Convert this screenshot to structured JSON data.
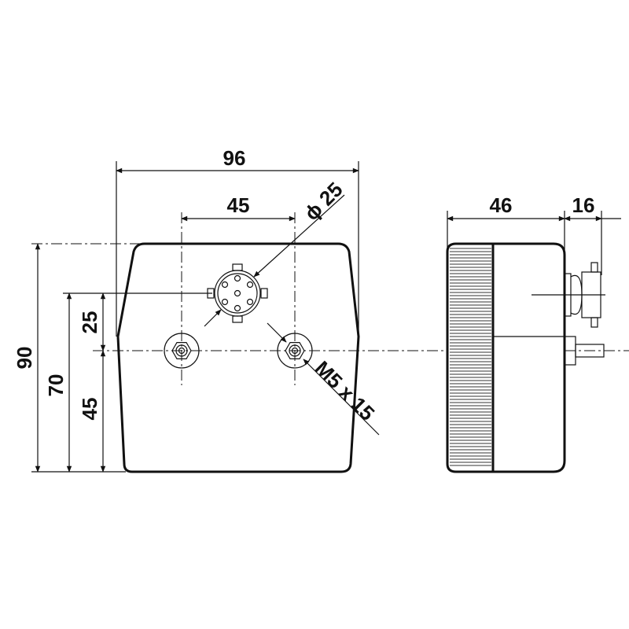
{
  "drawing": {
    "front_view": {
      "width_label": "96",
      "hole_spacing_label": "45",
      "connector_diameter_label": "ϕ 25",
      "height_label": "90",
      "connector_height_label": "70",
      "connector_offset_label": "25",
      "hole_height_label": "45",
      "thread_label": "M5 x 15"
    },
    "side_view": {
      "body_depth_label": "46",
      "connector_depth_label": "16"
    },
    "line_color": "#111111"
  }
}
